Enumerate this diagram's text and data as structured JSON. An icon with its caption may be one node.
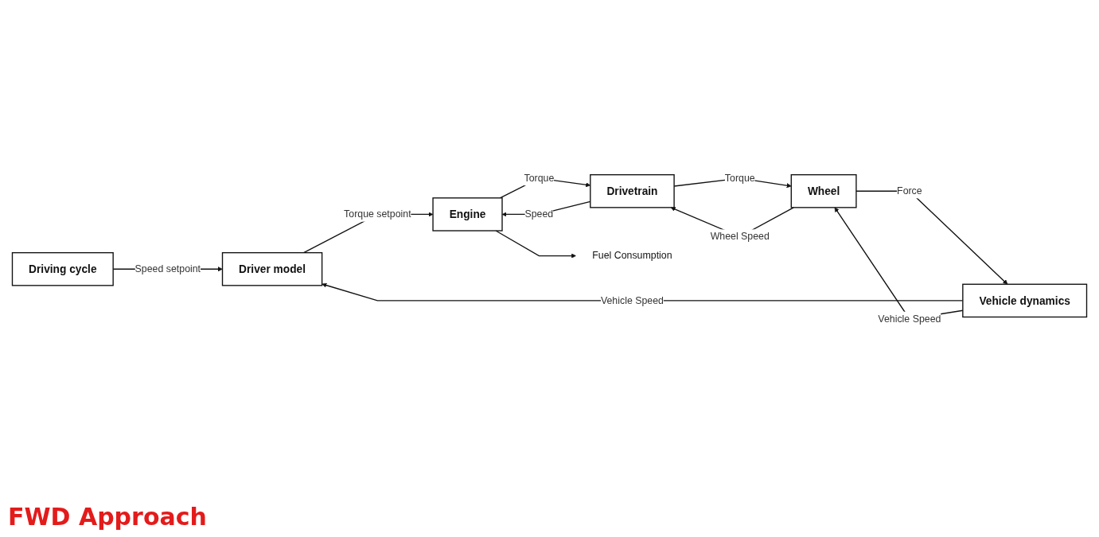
{
  "diagram": {
    "caption": "FWD Approach",
    "nodes": [
      {
        "text": [
          "Driving cycle"
        ]
      },
      {
        "text": [
          "Driver model"
        ]
      },
      {
        "text": [
          "Engine"
        ]
      },
      {
        "text": [
          "Drivetrain"
        ]
      },
      {
        "text": [
          "Wheel"
        ]
      },
      {
        "text": [
          "Vehicle dynamics"
        ]
      },
      {
        "text": [
          "Fuel Consumption"
        ]
      }
    ],
    "edges": [
      {
        "from": 0,
        "to": 1,
        "arrow": "to",
        "label": "Speed setpoint"
      },
      {
        "from": 5,
        "to": 1,
        "arrow": "to",
        "label": "Vehicle Speed"
      },
      {
        "from": 1,
        "to": 2,
        "arrow": "to",
        "label": "Torque setpoint"
      },
      {
        "from": 2,
        "to": 3,
        "arrow": "to",
        "label": "Torque"
      },
      {
        "from": 3,
        "to": 2,
        "arrow": "to",
        "label": "Speed"
      },
      {
        "from": 3,
        "to": 4,
        "arrow": "to",
        "label": "Torque"
      },
      {
        "from": 4,
        "to": 3,
        "arrow": "to",
        "label": "Wheel Speed"
      },
      {
        "from": 4,
        "to": 5,
        "arrow": "to",
        "label": "Force"
      },
      {
        "from": 5,
        "to": 4,
        "arrow": "to",
        "label": "Vehicle Speed"
      },
      {
        "from": 2,
        "to": 6,
        "arrow": "to"
      }
    ]
  }
}
